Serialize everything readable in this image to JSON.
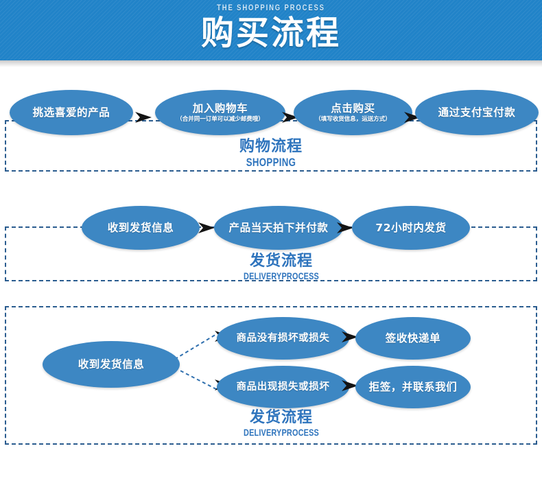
{
  "banner": {
    "subtitle": "THE SHOPPING PROCESS",
    "title": "购买流程",
    "bg_color": "#2183c8",
    "title_color": "#ffffff",
    "subtitle_color": "#cfe6f7"
  },
  "colors": {
    "node_fill": "#3d87c3",
    "node_text": "#ffffff",
    "panel_border": "#2a5c8f",
    "caption_text": "#2e74bd",
    "arrow": "#111111",
    "connector": "#2f6fae"
  },
  "sections": [
    {
      "id": "shopping",
      "caption_cn": "购物流程",
      "caption_en": "SHOPPING",
      "nodes": [
        {
          "label": "挑选喜爱的产品",
          "sub": ""
        },
        {
          "label": "加入购物车",
          "sub": "（合并同一订单可以减少邮费哦）"
        },
        {
          "label": "点击购买",
          "sub": "（填写收货信息，运送方式）"
        },
        {
          "label": "通过支付宝付款",
          "sub": ""
        }
      ]
    },
    {
      "id": "delivery",
      "caption_cn": "发货流程",
      "caption_en": "DELIVERYPROCESS",
      "nodes": [
        {
          "label": "收到发货信息",
          "sub": ""
        },
        {
          "label": "产品当天拍下并付款",
          "sub": ""
        },
        {
          "label": "72小时内发货",
          "sub": ""
        }
      ]
    },
    {
      "id": "receiving",
      "caption_cn": "发货流程",
      "caption_en": "DELIVERYPROCESS",
      "nodes": [
        {
          "label": "收到发货信息",
          "sub": ""
        },
        {
          "label": "商品没有损坏或损失",
          "sub": ""
        },
        {
          "label": "签收快递单",
          "sub": ""
        },
        {
          "label": "商品出现损失或损坏",
          "sub": ""
        },
        {
          "label": "拒签，并联系我们",
          "sub": ""
        }
      ]
    }
  ]
}
